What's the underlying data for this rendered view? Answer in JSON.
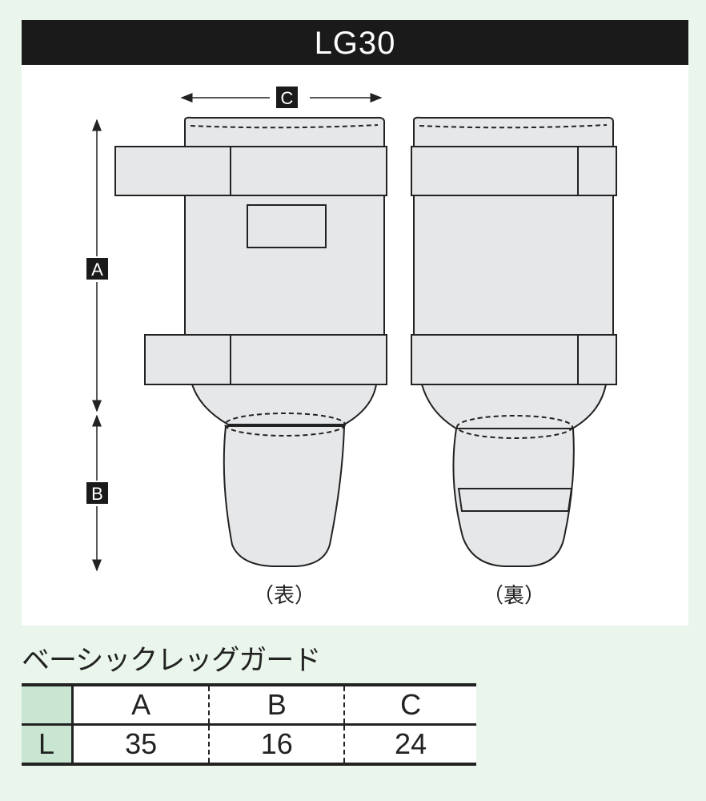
{
  "title": "LG30",
  "diagram": {
    "labels": {
      "a": "A",
      "b": "B",
      "c": "C"
    },
    "front_caption": "（表）",
    "back_caption": "（裏）"
  },
  "product_name": "ベーシックレッグガード",
  "size_table": {
    "headers": [
      "",
      "A",
      "B",
      "C"
    ],
    "rows": [
      {
        "size": "L",
        "values": [
          "35",
          "16",
          "24"
        ]
      }
    ]
  },
  "colors": {
    "background": "#eaf5ec",
    "title_bar": "#1a1a1a",
    "size_cell": "#c9e6d3",
    "fill": "#e6e7e9"
  }
}
